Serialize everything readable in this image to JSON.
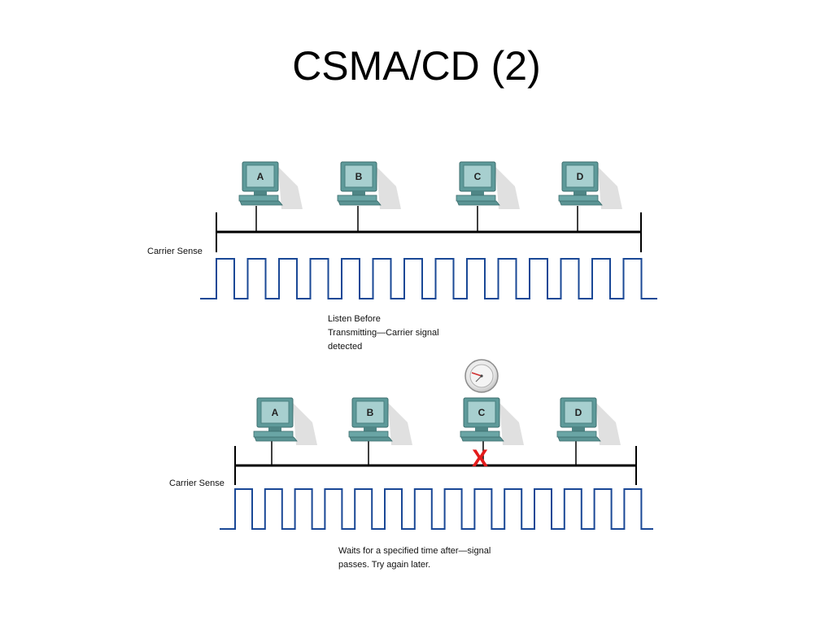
{
  "slide": {
    "title": "CSMA/CD (2)"
  },
  "colors": {
    "signal": "#1a4896",
    "bus": "#000000",
    "monitor": "#5e9a9a",
    "collision": "#e31b1b"
  },
  "scenarios": [
    {
      "stations": [
        "A",
        "B",
        "C",
        "D"
      ],
      "bus_label": "Carrier Sense",
      "caption": [
        "Listen Before",
        "Transmitting—Carrier signal",
        "detected"
      ]
    },
    {
      "stations": [
        "A",
        "B",
        "C",
        "D"
      ],
      "bus_label": "Carrier Sense",
      "caption": [
        "Waits for a specified time after—signal",
        "passes. Try again later."
      ],
      "icons": {
        "timer": "clock-icon",
        "blocked": "x-mark-icon"
      },
      "blocked_station": "C",
      "blocked_mark": "X"
    }
  ]
}
